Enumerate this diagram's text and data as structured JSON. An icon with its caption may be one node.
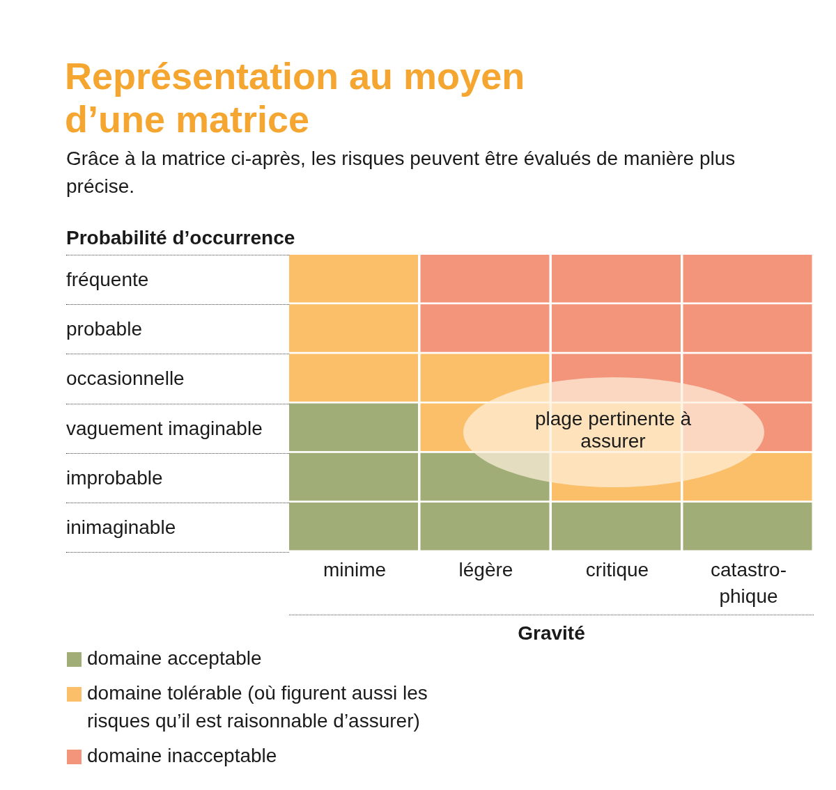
{
  "diagram": {
    "title": "Représentation au moyen d’une matrice",
    "nodes": [
      {
        "text": [
          "plage pertinente à assurer"
        ]
      }
    ],
    "edges": [],
    "labels": [
      "Grâce à la matrice ci-après, les risques peuvent être évalués de manière plus précise.",
      "Probabilité d’occurrence",
      "fréquente",
      "probable",
      "occasionnelle",
      "vaguement imaginable",
      "improbable",
      "inimaginable",
      "minime",
      "légère",
      "critique",
      "catastro-phique",
      "Gravité"
    ],
    "legend": [
      {
        "text": "domaine acceptable",
        "color": "#a1ad76"
      },
      {
        "text": "domaine tolérable (où figurent aussi les risques qu’il est raisonnable d’assurer)",
        "color": "#fabf68"
      },
      {
        "text": "domaine inacceptable",
        "color": "#f3957b"
      }
    ]
  }
}
